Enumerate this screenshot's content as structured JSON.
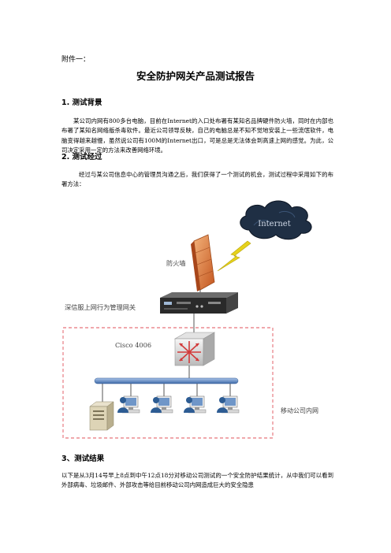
{
  "annex_label": "附件一：",
  "title": "安全防护网关产品测试报告",
  "sections": [
    {
      "heading": "1.  测试背景",
      "body": "某公司内网有800多台电脑，目前在Internet的入口处布署有某知名品牌硬件防火墙，同时在内部也布署了某知名网络版杀毒软件。最近公司领导反映，自己的电脑总是不知不觉地安装上一些流氓软件，电脑变得越来越慢，虽然说公司有100M的Internet出口，可是总是无法体会到高速上网的感觉。为此，公司决定采用一定的方法来改善网络环境。"
    },
    {
      "heading": "2.  测试经过",
      "body": "经过与某公司信息中心的管理员沟通之后，我们获得了一个测试的机会，测试过程中采用如下的布署方法："
    },
    {
      "heading": "3、测试结果",
      "body": "以下是从3月14号早上8点到中午12点18分对移动公司测试的一个安全防护结果统计，从中我们可以看到外部病毒、垃圾邮件、外部攻击等给目前移动公司内网造成巨大的安全隐患"
    }
  ],
  "diagram": {
    "cloud_label": "Internet",
    "firewall_label": "防火墙",
    "gateway_label": "深信服上网行为管理网关",
    "switch_label": "Cisco 4006",
    "lan_label": "移动公司内网",
    "colors": {
      "cloud": "#1f2f44",
      "firewall": "#d9783a",
      "lightning": "#e6d21c",
      "bus": "#5b87c4",
      "dashed_box": "#e0505a",
      "label": "#444444"
    }
  }
}
